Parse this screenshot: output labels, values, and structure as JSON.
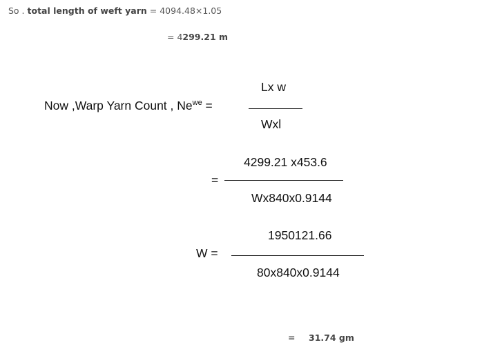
{
  "intro": {
    "prefix": "So . ",
    "label": "total length of weft yarn",
    "expr": "= 4094.48×1.05"
  },
  "result_length": {
    "eq": "= 4",
    "value": "299.21 m"
  },
  "formula": {
    "lhs": "Now ,Warp  Yarn Count , Ne",
    "sup": "we",
    "eq": " =",
    "numerator": "Lx w",
    "denominator": "Wxl"
  },
  "step1": {
    "eq": "=",
    "numerator": "4299.21 x453.6",
    "denominator": "Wx840x0.9144"
  },
  "step2": {
    "lhs": "W =",
    "numerator": "1950121.66",
    "denominator": "80x840x0.9144"
  },
  "final": {
    "eq": "=",
    "value": "31.74 gm"
  }
}
